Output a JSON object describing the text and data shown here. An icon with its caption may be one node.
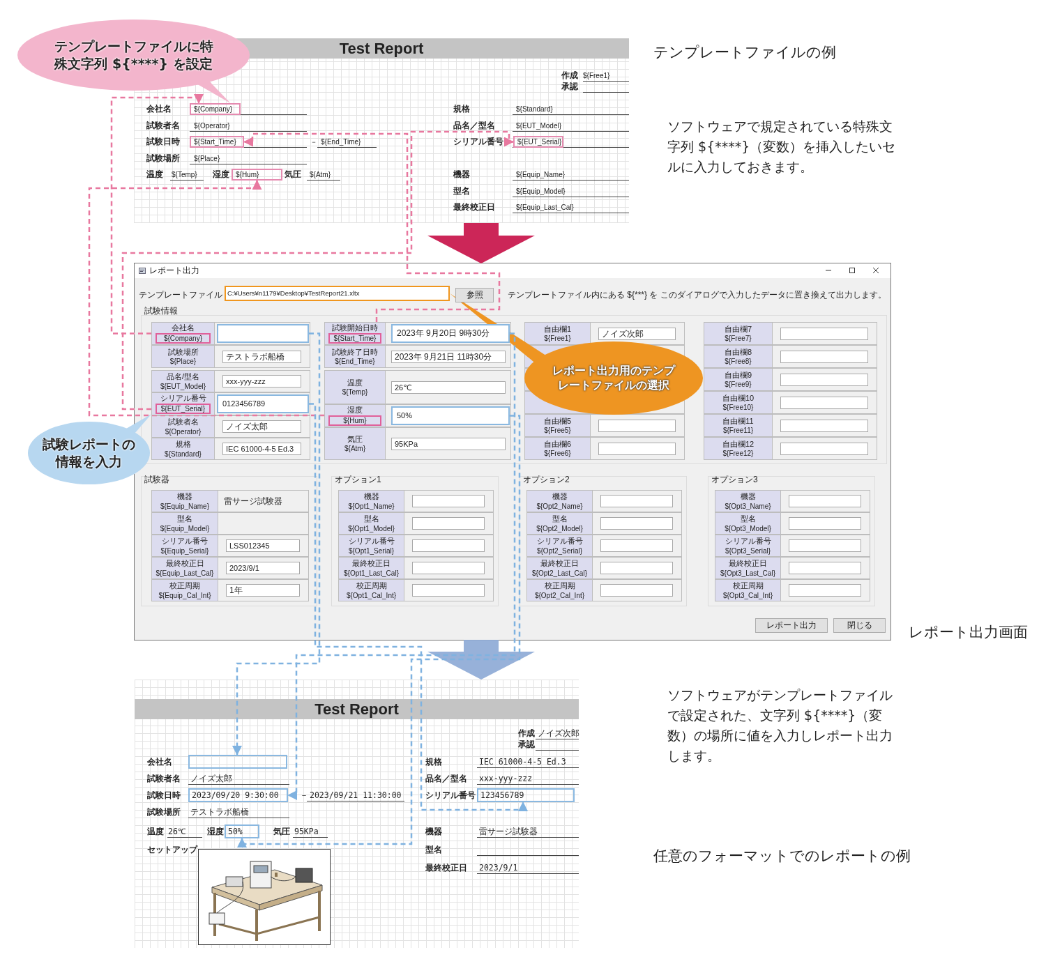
{
  "diagram": {
    "nodes": [
      {
        "text": [
          "テンプレートファイルに特殊文字列 ${****} を設定"
        ]
      },
      {
        "text": [
          "Test Report"
        ]
      },
      {
        "text": [
          "${Company}"
        ],
        "in": 1
      },
      {
        "text": [
          "${Start_Time}"
        ],
        "in": 1
      },
      {
        "text": [
          "${Hum}"
        ],
        "in": 1
      },
      {
        "text": [
          "${EUT_Serial}"
        ],
        "in": 1
      },
      {
        "text": [
          "レポート出力"
        ]
      },
      {
        "text": [
          "C:¥Users¥n1179¥Desktop¥TestReport21.xltx"
        ],
        "in": 6
      },
      {
        "text": [
          "会社名",
          "${Company}"
        ],
        "in": 6
      },
      {
        "text": [],
        "shape": "box",
        "in": 6
      },
      {
        "text": [
          "試験開始日時",
          "${Start_Time}"
        ],
        "in": 6
      },
      {
        "text": [
          "2023年 9月20日 9時30分"
        ],
        "in": 6
      },
      {
        "text": [
          "シリアル番号",
          "${EUT_Serial}"
        ],
        "in": 6
      },
      {
        "text": [
          "0123456789"
        ],
        "in": 6
      },
      {
        "text": [
          "湿度",
          "${Hum}"
        ],
        "in": 6
      },
      {
        "text": [
          "50%"
        ],
        "in": 6
      },
      {
        "text": [
          "レポート出力用のテンプレートファイルの選択"
        ],
        "in": 6
      },
      {
        "text": [
          "試験レポートの情報を入力"
        ]
      },
      {
        "text": [
          "Test Report"
        ]
      },
      {
        "text": [],
        "shape": "box",
        "in": 18
      },
      {
        "text": [
          "2023/09/20 9:30:00"
        ],
        "in": 18
      },
      {
        "text": [
          "123456789"
        ],
        "in": 18
      },
      {
        "text": [
          "50%"
        ],
        "in": 18
      }
    ],
    "edges": [
      {
        "from": 0,
        "to": 2,
        "arrow": "none",
        "color": "#f3b5cc"
      },
      {
        "from": 1,
        "to": 6,
        "arrow": "to",
        "style": "thick",
        "color": "#c8144a"
      },
      {
        "from": 8,
        "to": 2,
        "arrow": "to",
        "style": "dashed",
        "color": "#e8789f"
      },
      {
        "from": 10,
        "to": 3,
        "arrow": "to",
        "style": "dashed",
        "color": "#e8789f"
      },
      {
        "from": 12,
        "to": 5,
        "arrow": "to",
        "style": "dashed",
        "color": "#e8789f"
      },
      {
        "from": 14,
        "to": 4,
        "arrow": "to",
        "style": "dashed",
        "color": "#e8789f"
      },
      {
        "from": 16,
        "to": 7,
        "arrow": "none",
        "color": "#ee9522"
      },
      {
        "from": 17,
        "to": 12,
        "arrow": "none",
        "color": "#b7d7f0"
      },
      {
        "from": 6,
        "to": 18,
        "arrow": "to",
        "style": "thick",
        "color": "#8eaad6"
      },
      {
        "from": 9,
        "to": 19,
        "arrow": "to",
        "style": "dashed",
        "color": "#7fb2e0"
      },
      {
        "from": 11,
        "to": 20,
        "arrow": "to",
        "style": "dashed",
        "color": "#7fb2e0"
      },
      {
        "from": 13,
        "to": 21,
        "arrow": "to",
        "style": "dashed",
        "color": "#7fb2e0"
      },
      {
        "from": 15,
        "to": 22,
        "arrow": "to",
        "style": "dashed",
        "color": "#7fb2e0"
      }
    ],
    "labels": [
      "作成",
      "${Free1}",
      "承認",
      "会社名",
      "規格",
      "${Standard}",
      "試験者名",
      "${Operator}",
      "品名／型名",
      "${EUT_Model}",
      "試験日時",
      "－",
      "${End_Time}",
      "シリアル番号",
      "試験場所",
      "${Place}",
      "温度",
      "${Temp}",
      "湿度",
      "気圧",
      "${Atm}",
      "機器",
      "${Equip_Name}",
      "型名",
      "${Equip_Model}",
      "最終校正日",
      "${Equip_Last_Cal}",
      "テンプレートファイル",
      "参照",
      "テンプレートファイル内にある ${***} を このダイアログで入力したデータに置き換えて出力します。",
      "試験情報",
      "試験場所",
      "${Place}",
      "テストラボ船橋",
      "品名/型名",
      "${EUT_Model}",
      "xxx-yyy-zzz",
      "試験者名",
      "${Operator}",
      "ノイズ太郎",
      "規格",
      "${Standard}",
      "IEC 61000-4-5 Ed.3",
      "試験終了日時",
      "${End_Time}",
      "2023年 9月21日 11時30分",
      "温度",
      "${Temp}",
      "26℃",
      "気圧",
      "${Atm}",
      "95KPa",
      "自由欄1",
      "${Free1}",
      "ノイズ次郎",
      "自由欄5",
      "${Free5}",
      "自由欄6",
      "${Free6}",
      "自由欄7",
      "${Free7}",
      "自由欄8",
      "${Free8}",
      "自由欄9",
      "${Free9}",
      "自由欄10",
      "${Free10}",
      "自由欄11",
      "${Free11}",
      "自由欄12",
      "${Free12}",
      "試験器",
      "機器",
      "${Equip_Name}",
      "雷サージ試験器",
      "型名",
      "${Equip_Model}",
      "シリアル番号",
      "${Equip_Serial}",
      "LSS012345",
      "最終校正日",
      "${Equip_Last_Cal}",
      "2023/9/1",
      "校正周期",
      "${Equip_Cal_Int}",
      "1年",
      "オプション1",
      "機器",
      "${Opt1_Name}",
      "型名",
      "${Opt1_Model}",
      "シリアル番号",
      "${Opt1_Serial}",
      "最終校正日",
      "${Opt1_Last_Cal}",
      "校正周期",
      "${Opt1_Cal_Int}",
      "オプション2",
      "機器",
      "${Opt2_Name}",
      "型名",
      "${Opt2_Model}",
      "シリアル番号",
      "${Opt2_Serial}",
      "最終校正日",
      "${Opt2_Last_Cal}",
      "校正周期",
      "${Opt2_Cal_Int}",
      "オプション3",
      "機器",
      "${Opt3_Name}",
      "型名",
      "${Opt3_Model}",
      "シリアル番号",
      "${Opt3_Serial}",
      "最終校正日",
      "${Opt3_Last_Cal}",
      "校正周期",
      "${Opt3_Cal_Int}",
      "レポート出力",
      "閉じる",
      "作成",
      "ノイズ次郎",
      "承認",
      "会社名",
      "規格",
      "IEC 61000-4-5 Ed.3",
      "試験者名",
      "ノイズ太郎",
      "品名／型名",
      "xxx-yyy-zzz",
      "試験日時",
      "－",
      "2023/09/21 11:30:00",
      "シリアル番号",
      "試験場所",
      "テストラボ船橋",
      "温度",
      "26℃",
      "湿度",
      "気圧",
      "95KPa",
      "機器",
      "雷サージ試験器",
      "セットアップ",
      "型名",
      "最終校正日",
      "2023/9/1",
      "テンプレートファイルの例",
      "ソフトウェアで規定されている特殊文字列 ${****}（変数）を挿入したいセルに入力しておきます。",
      "レポート出力画面",
      "ソフトウェアがテンプレートファイルで設定された、文字列 ${****}（変数）の場所に値を入力しレポート出力します。",
      "任意のフォーマットでのレポートの例"
    ]
  }
}
